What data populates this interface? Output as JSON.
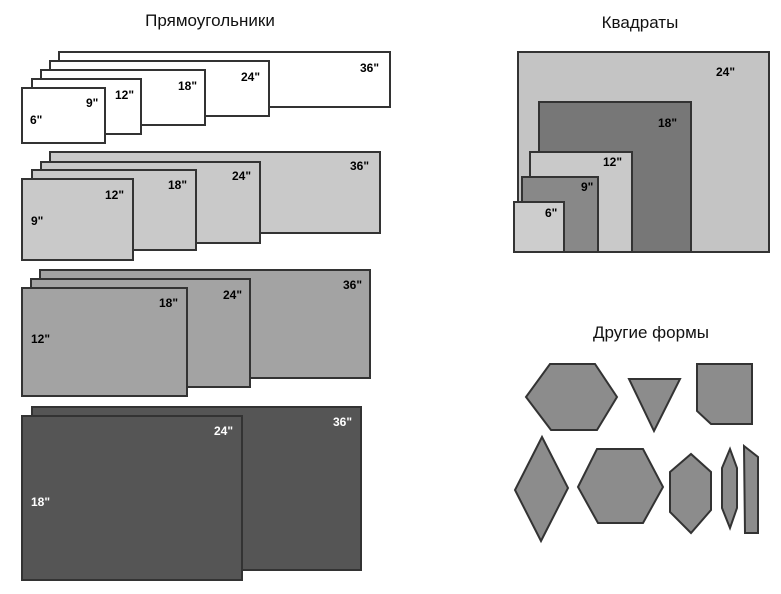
{
  "titles": {
    "rectangles": "Прямоугольники",
    "squares": "Квадраты",
    "other_shapes": "Другие формы"
  },
  "colors": {
    "white_set": "#ffffff",
    "light_set": "#c9c9c9",
    "mid_set": "#a3a3a3",
    "dark_set": "#555555",
    "shape_fill": "#8c8c8c"
  },
  "rect_groups": [
    {
      "labels": [
        "36\"",
        "24\"",
        "18\"",
        "12\"",
        "9\"",
        "6\""
      ]
    },
    {
      "labels": [
        "36\"",
        "24\"",
        "18\"",
        "12\"",
        "9\""
      ]
    },
    {
      "labels": [
        "36\"",
        "24\"",
        "18\"",
        "12\""
      ]
    },
    {
      "labels": [
        "36\"",
        "24\"",
        "18\""
      ]
    }
  ],
  "squares": {
    "labels": [
      "24\"",
      "18\"",
      "12\"",
      "9\"",
      "6\""
    ]
  },
  "other_shapes": [
    "hexagon",
    "triangle",
    "cut-corner-square",
    "diamond",
    "hexagon",
    "elongated-hexagon",
    "narrow-hexagon",
    "strip"
  ]
}
